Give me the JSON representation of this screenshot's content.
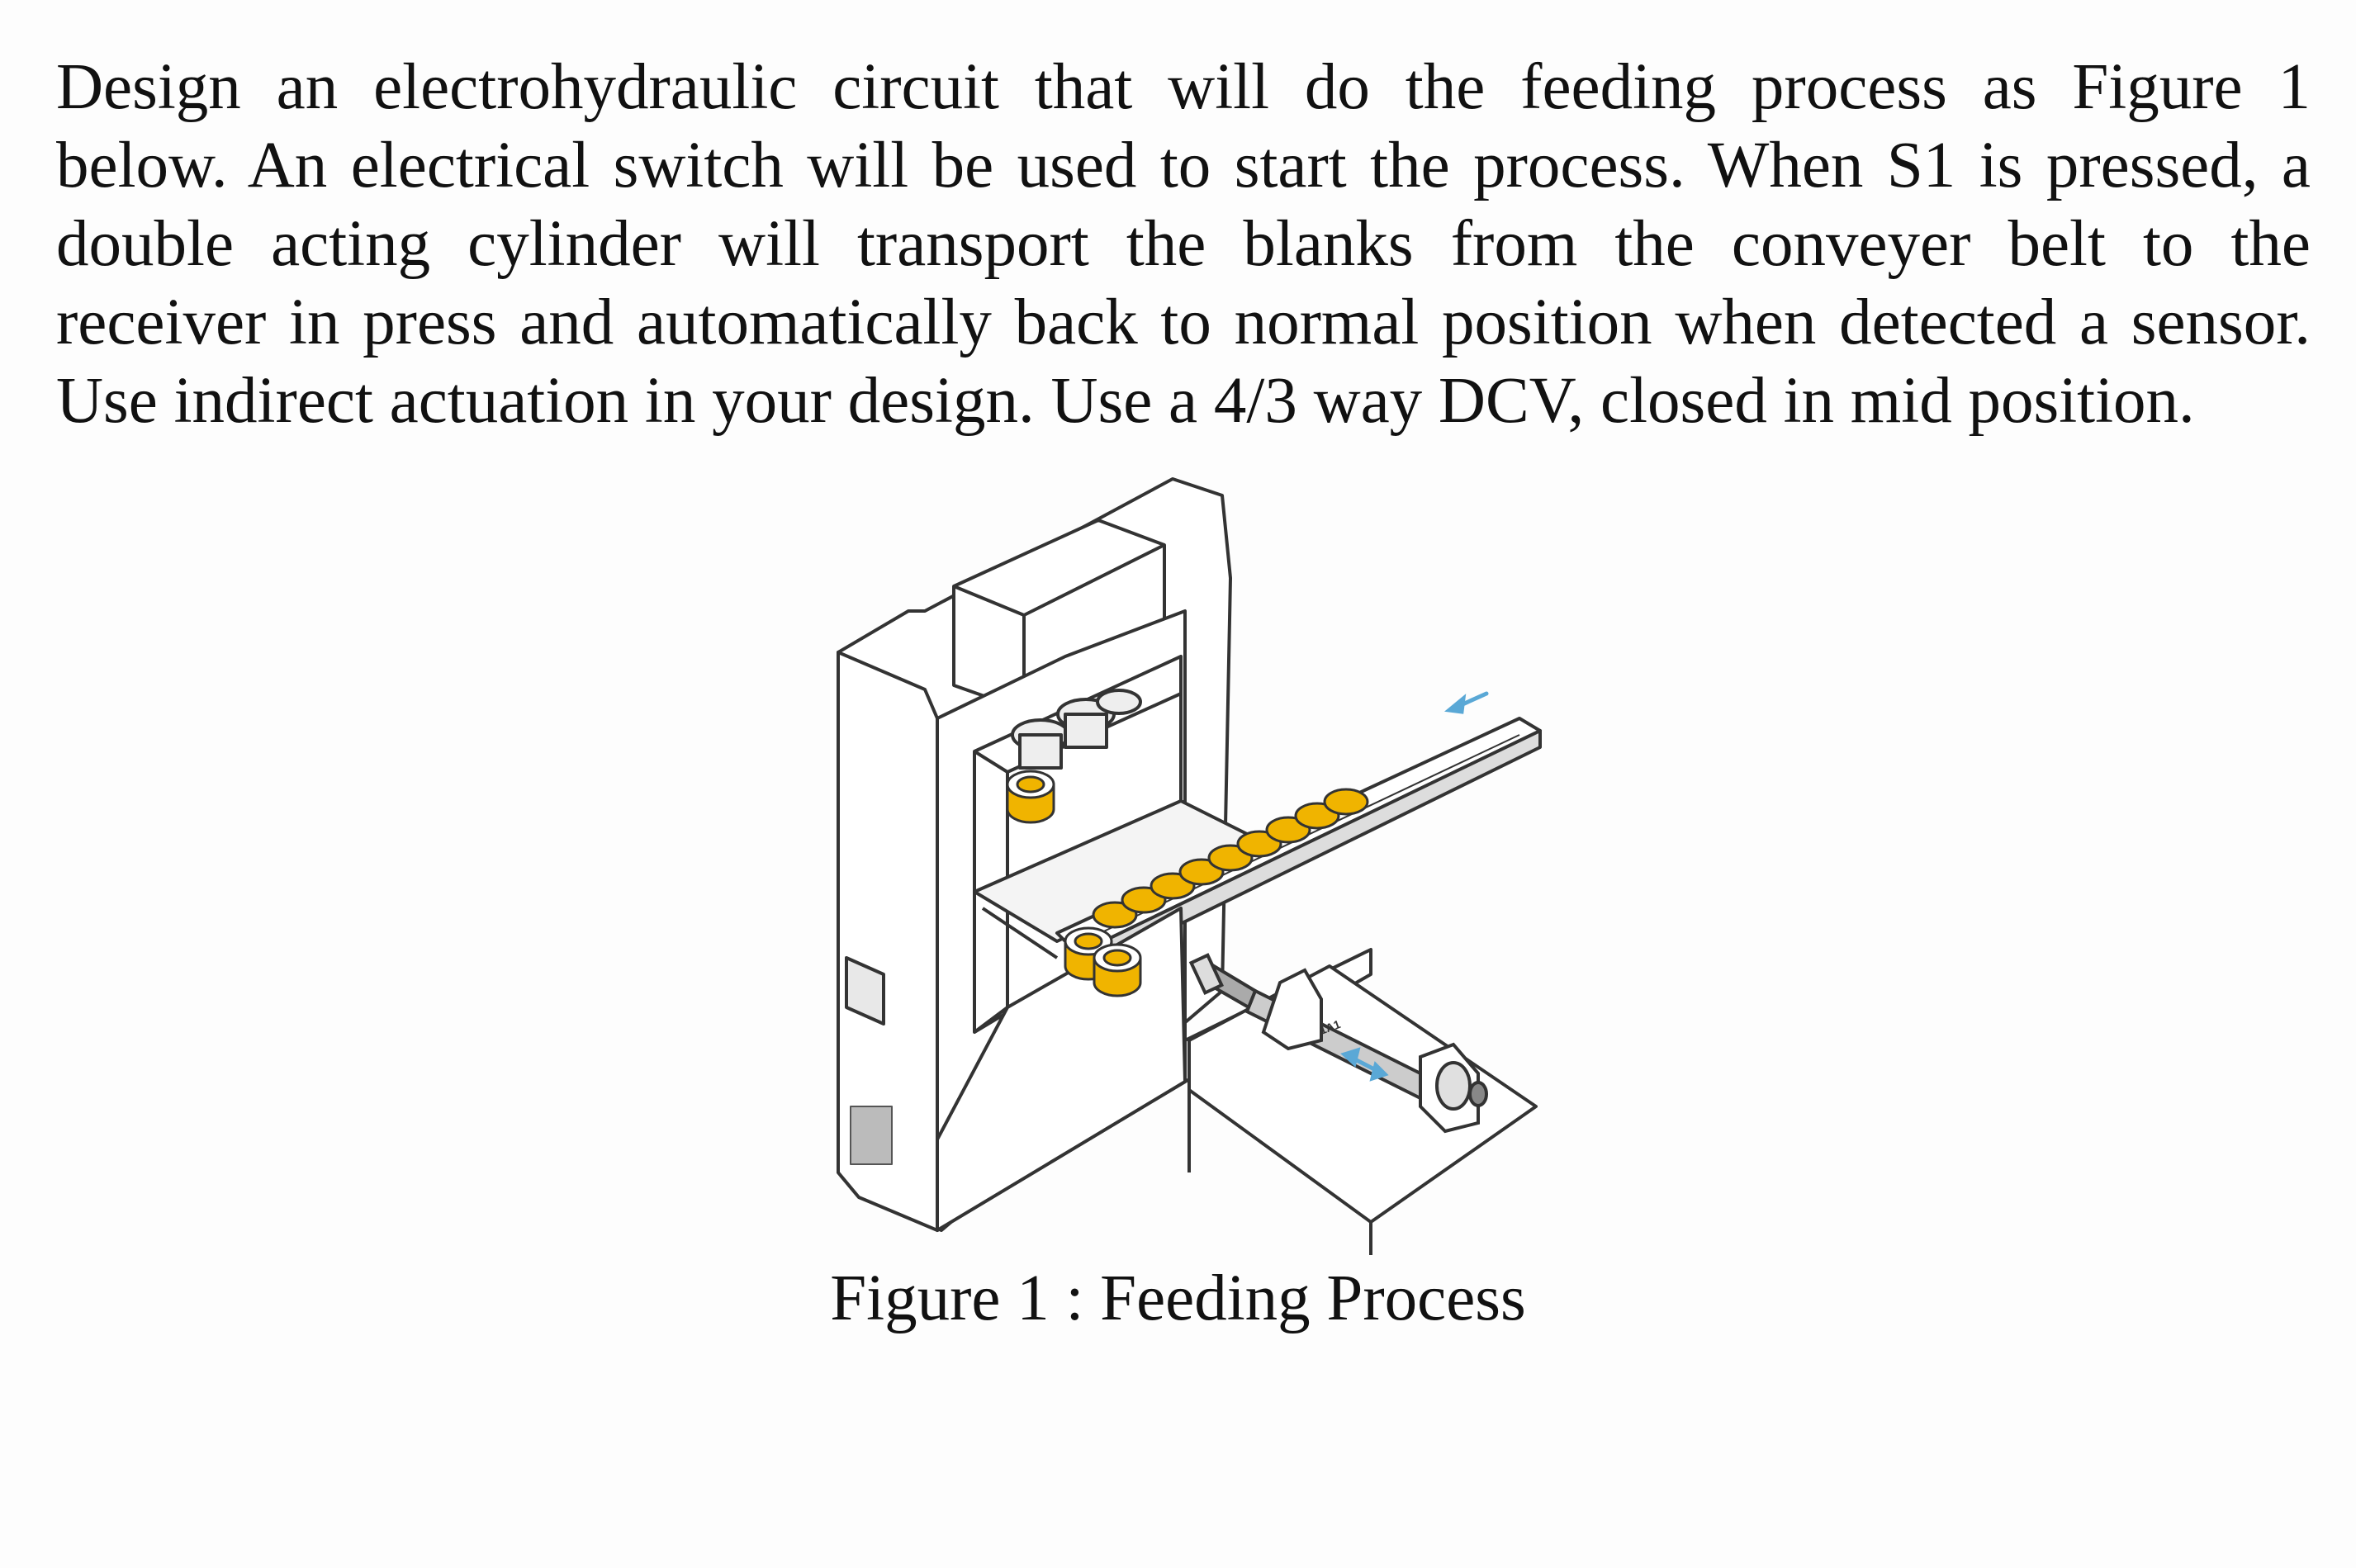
{
  "question": {
    "lines": [
      "Design an electrohydraulic circuit that will do the feeding process as Figure 1",
      "below. An electrical switch will be used to start the process. When S1 is pressed, a",
      "double acting cylinder will transport the blanks from the conveyer belt to the",
      "receiver in press and automatically back to normal position when detected a sensor.",
      "Use indirect actuation in your design. Use a 4/3 way DCV, closed in mid position."
    ]
  },
  "figure": {
    "caption": "Figure 1 : Feeding Process",
    "cylinder_label": "1A1",
    "colors": {
      "blank": "#f0b400",
      "arrow": "#5aa8d6",
      "outline": "#333333",
      "body": "#ffffff"
    }
  }
}
